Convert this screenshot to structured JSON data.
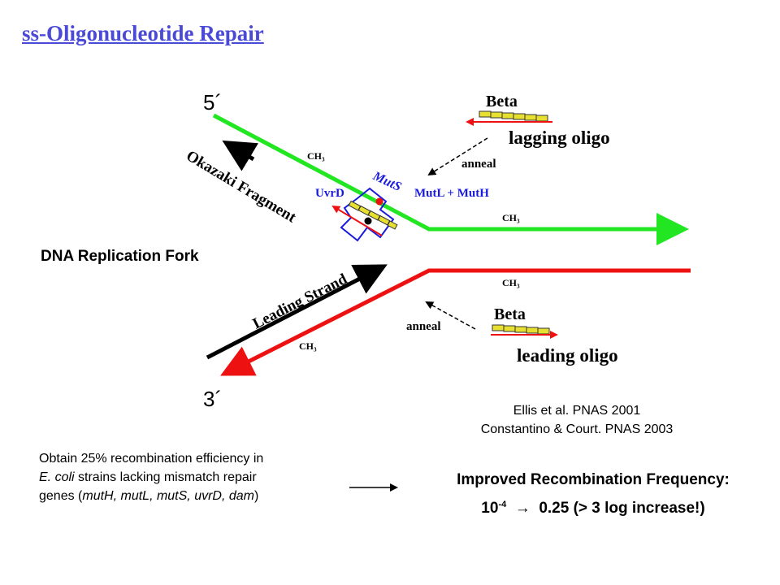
{
  "title": "ss-Oligonucleotide Repair",
  "diagram": {
    "five_prime": "5´",
    "three_prime": "3´",
    "beta_top": "Beta",
    "beta_bottom": "Beta",
    "lagging_oligo": "lagging oligo",
    "leading_oligo": "leading oligo",
    "anneal_top": "anneal",
    "anneal_bottom": "anneal",
    "okazaki": "Okazaki Fragment",
    "leading_strand": "Leading Strand",
    "ch3": "CH₃",
    "muts": "MutS",
    "uvrd": "UvrD",
    "mutl_muth": "MutL + MutH",
    "colors": {
      "green": "#22e622",
      "red": "#ee1111",
      "blue": "#1a1adc",
      "yellow": "#e8e030"
    }
  },
  "fork_label": "DNA Replication Fork",
  "references": [
    "Ellis et al. PNAS 2001",
    "Constantino & Court. PNAS 2003"
  ],
  "note": {
    "line1": "Obtain 25% recombination efficiency in",
    "line2_italic": "E. coli",
    "line2_rest": " strains lacking mismatch repair",
    "line3_pre": "genes (",
    "line3_italic": "mutH, mutL, mutS, uvrD, dam",
    "line3_post": ")"
  },
  "result": {
    "heading": "Improved Recombination Frequency:",
    "base": "10",
    "exponent": "-4",
    "arrow": "→",
    "rest": " 0.25  (> 3 log increase!)"
  }
}
